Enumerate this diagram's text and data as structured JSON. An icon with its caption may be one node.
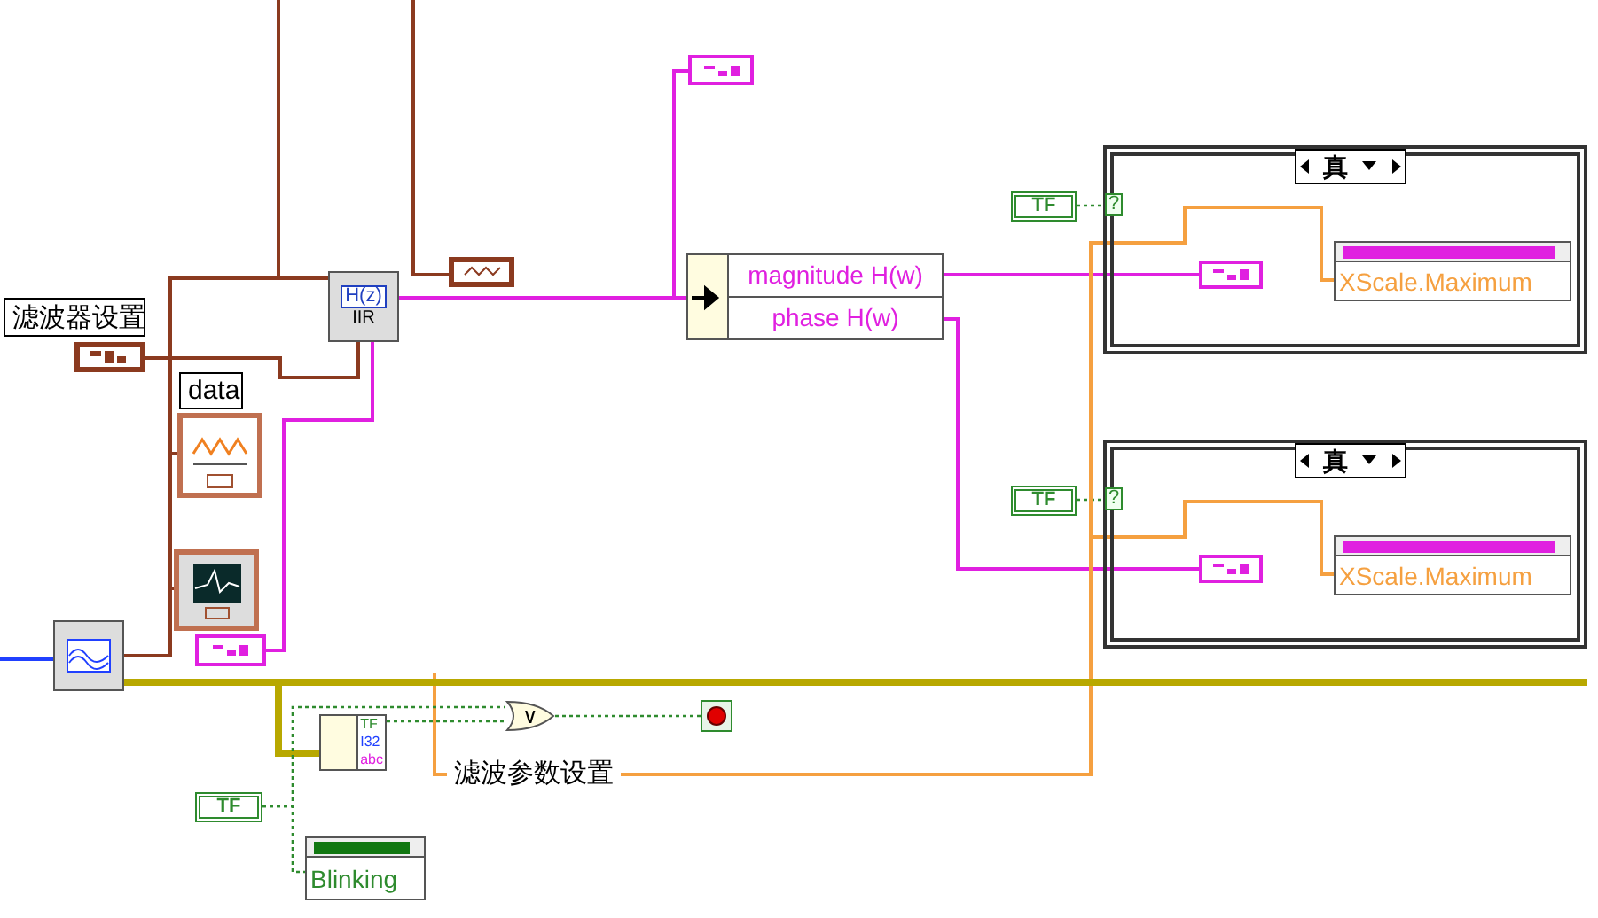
{
  "diagram": {
    "nodes": [
      {
        "text": [
          "滤波器设置"
        ]
      },
      {
        "text": [],
        "shape": "box"
      },
      {
        "text": [
          "data"
        ]
      },
      {
        "text": [],
        "shape": "box"
      },
      {
        "text": [],
        "shape": "box"
      },
      {
        "text": [],
        "shape": "box"
      },
      {
        "text": [
          "H(z)",
          "IIR"
        ]
      },
      {
        "text": [],
        "shape": "box"
      },
      {
        "text": [],
        "shape": "box"
      },
      {
        "text": [],
        "shape": "box"
      },
      {
        "text": [
          "magnitude H(w)",
          "phase H(w)"
        ]
      },
      {
        "text": [
          "TF"
        ]
      },
      {
        "text": [],
        "shape": "box"
      },
      {
        "text": [
          "真"
        ],
        "in": 12
      },
      {
        "text": [],
        "shape": "box",
        "in": 12
      },
      {
        "text": [
          "XScale.Maximum"
        ],
        "in": 12
      },
      {
        "text": [
          "TF"
        ]
      },
      {
        "text": [],
        "shape": "box"
      },
      {
        "text": [
          "真"
        ],
        "in": 17
      },
      {
        "text": [],
        "shape": "box",
        "in": 17
      },
      {
        "text": [
          "XScale.Maximum"
        ],
        "in": 17
      },
      {
        "text": [
          "TF",
          "I32",
          "abc"
        ]
      },
      {
        "text": [
          "∨"
        ]
      },
      {
        "text": [],
        "shape": "box"
      },
      {
        "text": [
          "TF"
        ]
      },
      {
        "text": [
          "Blinking"
        ]
      }
    ],
    "edges": [
      {
        "from": 1,
        "to": 6,
        "arrow": "none",
        "color": "#8b3a1f"
      },
      {
        "from": null,
        "to": 6,
        "arrow": "none",
        "color": "#8b3a1f"
      },
      {
        "from": null,
        "to": 7,
        "arrow": "none",
        "color": "#8b3a1f"
      },
      {
        "from": 5,
        "to": 3,
        "arrow": "none",
        "color": "#8b3a1f"
      },
      {
        "from": 5,
        "to": 4,
        "arrow": "none",
        "color": "#8b3a1f"
      },
      {
        "from": 5,
        "to": 6,
        "arrow": "none",
        "color": "#8b3a1f"
      },
      {
        "from": 6,
        "to": 10,
        "arrow": "none",
        "color": "#e020e0"
      },
      {
        "from": 6,
        "to": 9,
        "arrow": "none",
        "color": "#e020e0"
      },
      {
        "from": 8,
        "to": 6,
        "arrow": "none",
        "color": "#e020e0"
      },
      {
        "from": 10,
        "to": 14,
        "arrow": "none",
        "color": "#e020e0"
      },
      {
        "from": 10,
        "to": 19,
        "arrow": "none",
        "color": "#e020e0"
      },
      {
        "from": 11,
        "to": 12,
        "arrow": "none",
        "style": "dashed",
        "color": "#2e8b2e"
      },
      {
        "from": 16,
        "to": 17,
        "arrow": "none",
        "style": "dashed",
        "color": "#2e8b2e"
      },
      {
        "from": 12,
        "to": 15,
        "arrow": "none",
        "color": "#f5a040"
      },
      {
        "from": 17,
        "to": 20,
        "arrow": "none",
        "color": "#f5a040"
      },
      {
        "from": null,
        "to": 12,
        "arrow": "none",
        "color": "#f5a040"
      },
      {
        "from": null,
        "to": 17,
        "arrow": "none",
        "color": "#f5a040"
      },
      {
        "from": 5,
        "to": null,
        "arrow": "none",
        "style": "thick",
        "color": "#b8a800"
      },
      {
        "from": 5,
        "to": 21,
        "arrow": "none",
        "style": "thick",
        "color": "#b8a800"
      },
      {
        "from": 21,
        "to": 22,
        "arrow": "none",
        "style": "dashed",
        "color": "#2e8b2e"
      },
      {
        "from": 24,
        "to": 22,
        "arrow": "none",
        "style": "dashed",
        "color": "#2e8b2e"
      },
      {
        "from": 24,
        "to": 25,
        "arrow": "none",
        "style": "dashed",
        "color": "#2e8b2e"
      },
      {
        "from": 22,
        "to": 23,
        "arrow": "none",
        "style": "dashed",
        "color": "#2e8b2e"
      },
      {
        "from": null,
        "to": 5,
        "arrow": "none",
        "color": "#2040ff"
      }
    ],
    "labels": [
      "?",
      "?",
      "滤波参数设置"
    ]
  }
}
